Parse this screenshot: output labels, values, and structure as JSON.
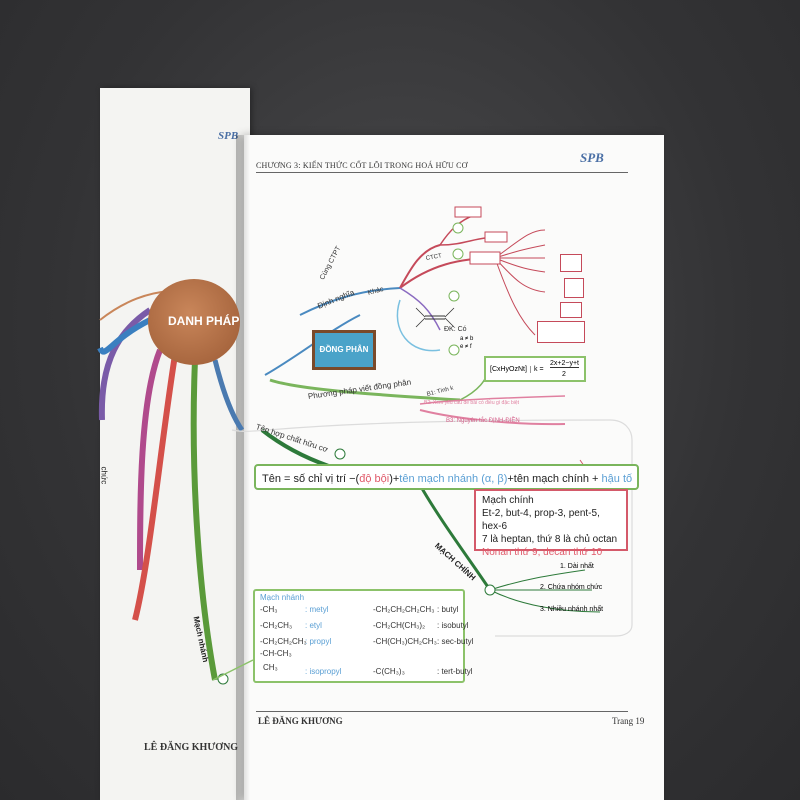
{
  "page": {
    "chapter_title": "CHƯƠNG 3: KIẾN THỨC CỐT LÕI TRONG HOÁ HỮU CƠ",
    "logo": "SPB",
    "author": "LÊ ĐĂNG KHƯƠNG",
    "page_number": "Trang 19",
    "left_footer": "LÊ ĐĂNG KHƯƠNG"
  },
  "mindmap": {
    "center": "DANH PHÁP",
    "dong_phan": "ĐỒNG PHÂN",
    "branches": {
      "dinh_nghia": "Định nghĩa",
      "cung_ctpt": "Cùng CTPT",
      "khac": "Khác",
      "ctct": "CTCT",
      "phuong_phap": "Phương pháp viết đồng phân",
      "b1": "B1: Tính k",
      "b2": "B2: Xem yêu cầu đề bài có điều gì đặc biệt",
      "b3": "B3: Nguyên tắc ĐỊNH-ĐIỀN",
      "ten_hop_chat": "Tên hợp chất hữu cơ",
      "mach_chinh": "MẠCH CHÍNH",
      "mach_nhanh": "Mạch nhánh",
      "left_branch": "chức"
    },
    "mach_chinh_items": [
      "1. Dài nhất",
      "2. Chứa nhóm chức",
      "3. Nhiều nhánh nhất"
    ],
    "dk_label": "ĐK: Có",
    "condition": [
      "a ≠ b",
      "e ≠ f"
    ],
    "k_formula": {
      "left": "[CxHyOzNt]",
      "k": "k =",
      "num": "2x+2−y+t",
      "den": "2"
    }
  },
  "formula": {
    "prefix": "Tên  = số chỉ vị trí −(",
    "do_boi": "độ bội",
    "mid1": ")+",
    "ten_mach_nhanh": "tên mạch nhánh",
    "greek": "  (α, β)",
    "mid2": "+tên mạch chính +",
    "hau_to": " hậu tố"
  },
  "main_chain": {
    "title": "Mạch chính",
    "line1": "Et-2, but-4, prop-3, pent-5, hex-6",
    "line2": "7 là heptan, thứ 8 là chủ octan",
    "line3": "Nonan thứ 9, decan thứ 10"
  },
  "branch_table": {
    "title": "Mạch nhánh",
    "rows": [
      {
        "f1": "-CH₃",
        "n1": ": metyl",
        "f2": "-CH₂CH₂CH₂CH₃",
        "n2": ": butyl"
      },
      {
        "f1": "-CH₂CH₃",
        "n1": ": etyl",
        "f2": "-CH₂CH(CH₃)₂",
        "n2": ": isobutyl"
      },
      {
        "f1": "-CH₂CH₂CH₃",
        "n1": ": propyl",
        "f2": "-CH(CH₃)CH₂CH₃",
        "n2": ": sec-butyl"
      },
      {
        "f1": "-CH-CH₃",
        "n1": "",
        "f2": "",
        "n2": ""
      },
      {
        "f1": "CH₃",
        "n1": ": isopropyl",
        "f2": "-C(CH₃)₃",
        "n2": ": tert-butyl"
      }
    ]
  },
  "colors": {
    "green": "#7ab55c",
    "red": "#d45a6a",
    "blue": "#5a9fd4",
    "brown": "#9b5a34"
  }
}
